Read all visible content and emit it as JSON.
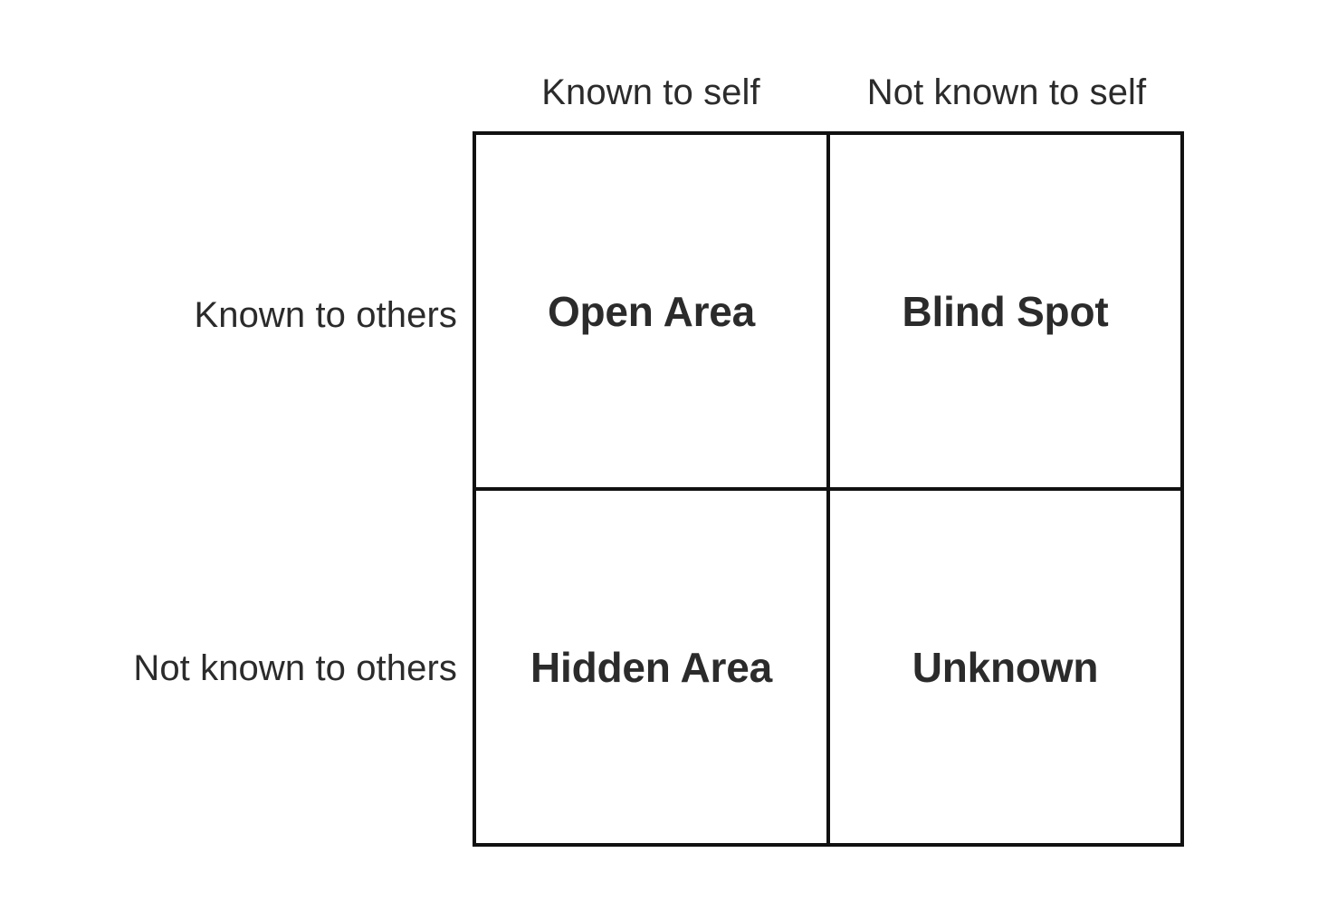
{
  "figure": {
    "type": "johari-window-matrix",
    "background_color": "#ffffff",
    "border_color": "#111111",
    "text_color": "#2b2b2b"
  },
  "column_headers": [
    {
      "label": "Known to self"
    },
    {
      "label": "Not known to self"
    }
  ],
  "row_headers": [
    {
      "label": "Known to others"
    },
    {
      "label": "Not known to others"
    }
  ],
  "cells": [
    {
      "label": "Open Area",
      "row": 0,
      "col": 0
    },
    {
      "label": "Blind Spot",
      "row": 0,
      "col": 1
    },
    {
      "label": "Hidden Area",
      "row": 1,
      "col": 0
    },
    {
      "label": "Unknown",
      "row": 1,
      "col": 1
    }
  ]
}
